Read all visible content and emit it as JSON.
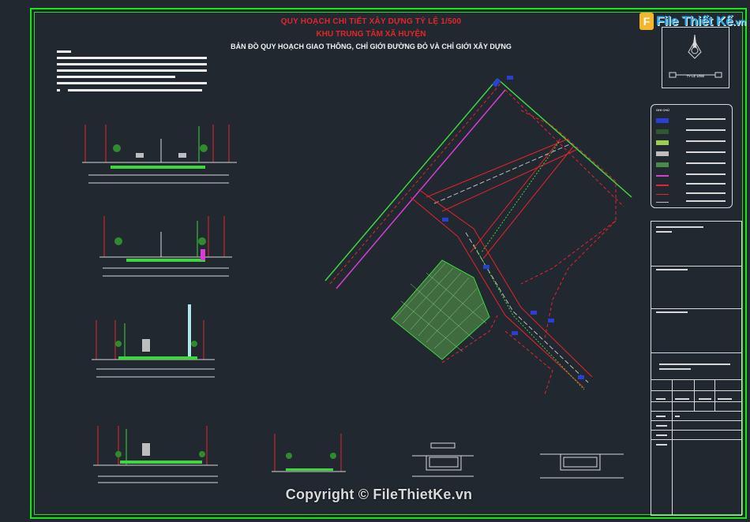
{
  "title": {
    "line1": "QUY HOẠCH CHI TIẾT XÂY DỰNG TỶ LỆ 1/500",
    "line2": "KHU TRUNG TÂM XÃ HUYỆN",
    "line3": "BẢN ĐỒ QUY HOẠCH GIAO THÔNG, CHỈ GIỚI ĐƯỜNG ĐỎ VÀ CHỈ GIỚI XÂY DỰNG"
  },
  "watermark": {
    "logo_letter": "F",
    "logo_name": "File Thiết Kế",
    "logo_domain": ".vn",
    "copyright": "Copyright © FileThietKe.vn"
  },
  "compass": {
    "scale_label": "TỶ LỆ 1/500"
  },
  "legend": {
    "title": "GHI CHÚ"
  },
  "colors": {
    "frame": "#19e619",
    "title_red": "#e8242a",
    "road_red": "#e8242a",
    "magenta": "#d63fd6",
    "green_line": "#3fd63f",
    "background": "#212830"
  }
}
